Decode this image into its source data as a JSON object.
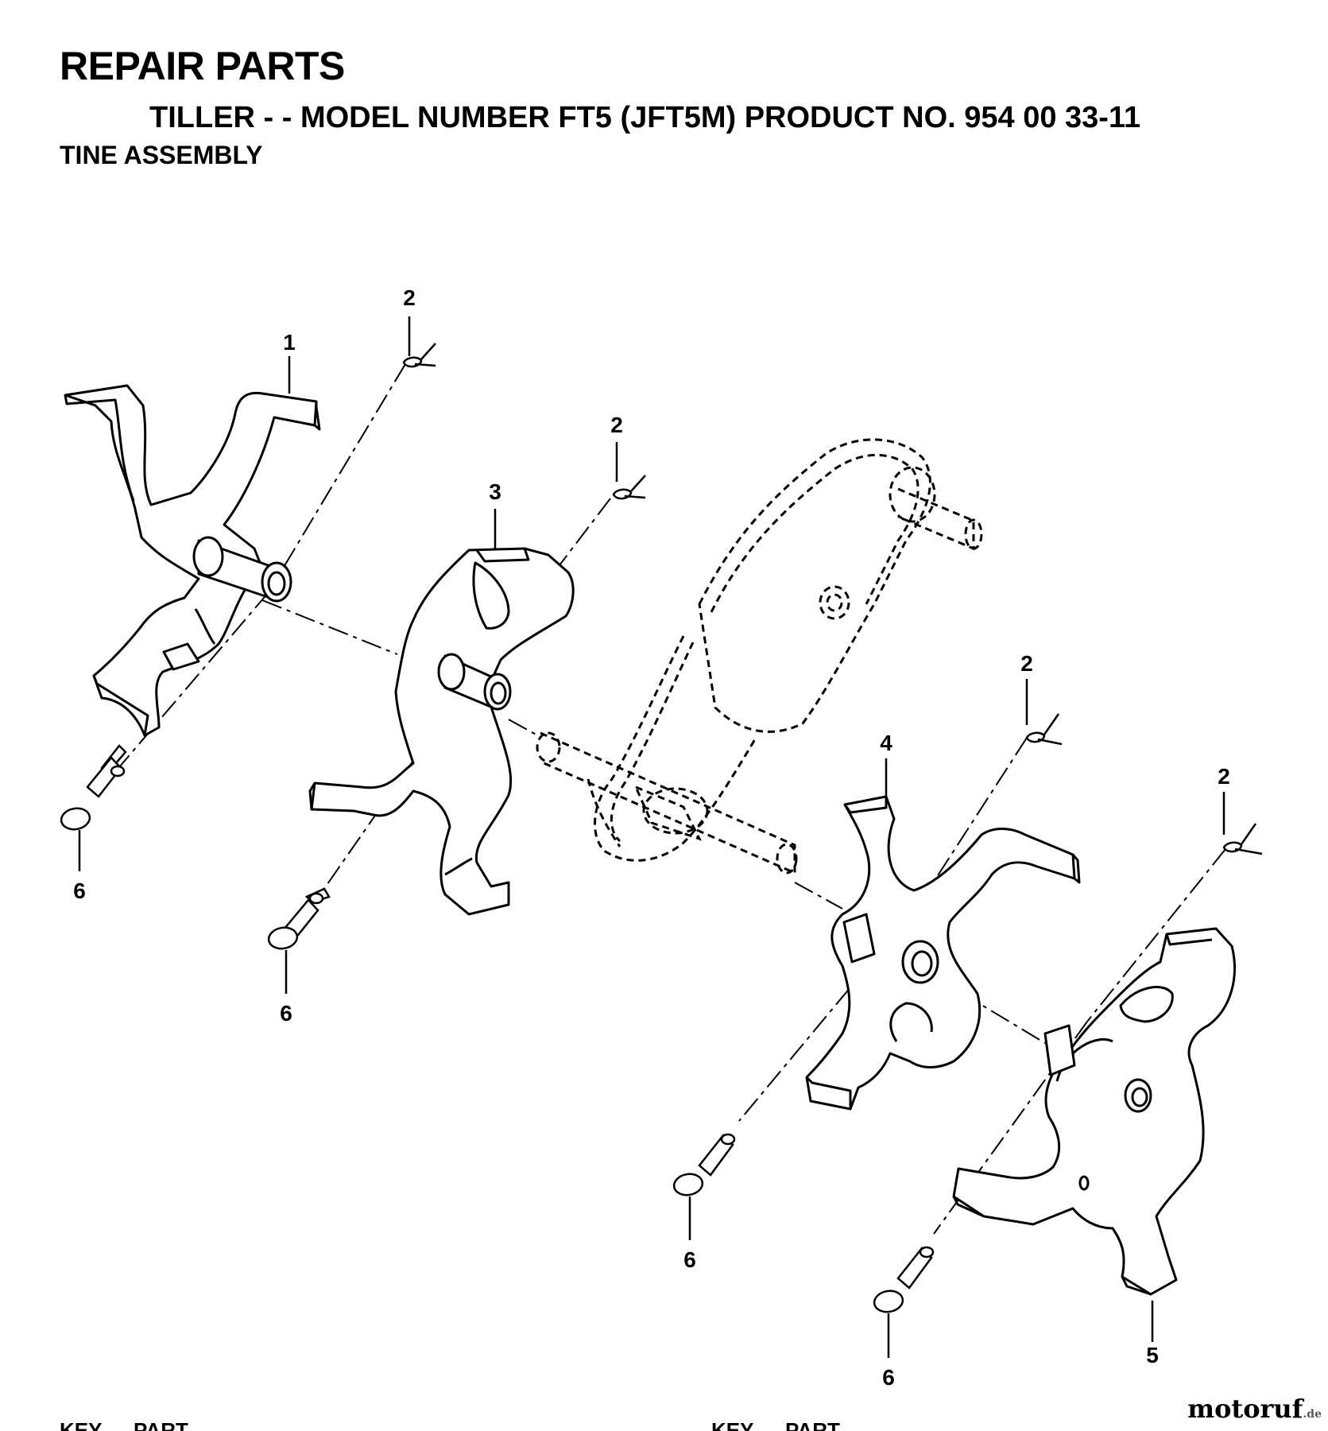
{
  "header": {
    "title": "REPAIR PARTS",
    "subtitle": "TILLER - - MODEL NUMBER FT5 (JFT5M) PRODUCT NO. 954 00 33-11",
    "section": "TINE ASSEMBLY"
  },
  "callouts": {
    "c1": "1",
    "c2a": "2",
    "c2b": "2",
    "c2c": "2",
    "c2d": "2",
    "c3": "3",
    "c4": "4",
    "c5": "5",
    "c6a": "6",
    "c6b": "6",
    "c6c": "6",
    "c6d": "6"
  },
  "footer": {
    "left_key": "KEY",
    "left_part": "PART",
    "right_key": "KEY",
    "right_part": "PART"
  },
  "watermark": {
    "text": "motoruf",
    "domain": ".de"
  },
  "colors": {
    "ink": "#000000",
    "paper": "#ffffff"
  }
}
